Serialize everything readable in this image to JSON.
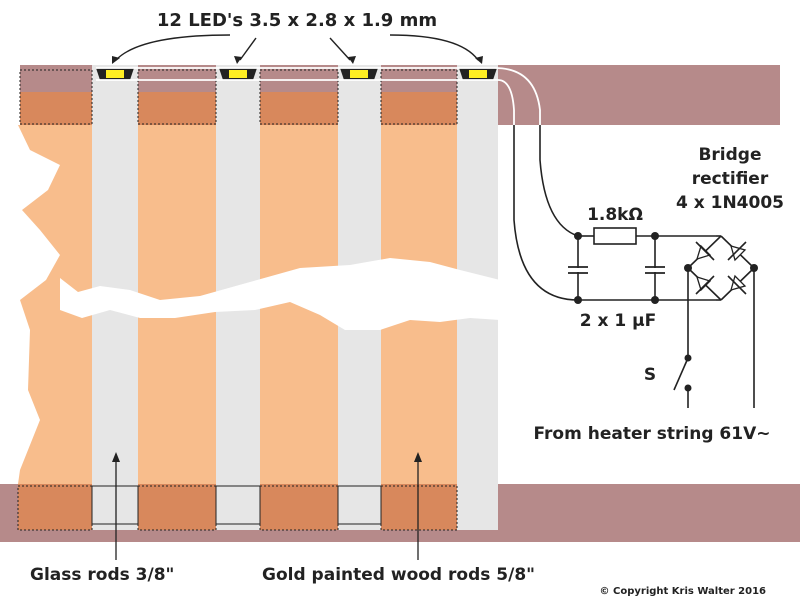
{
  "colors": {
    "rail": "#b68a8a",
    "wood_light": "#f8bd8c",
    "wood_dark": "#d8885c",
    "glass": "#e6e6e6",
    "led": "#ffee22",
    "wire": "#222222"
  },
  "labels": {
    "led_spec": "12 LED's 3.5 x 2.8 x 1.9 mm",
    "bridge_line1": "Bridge",
    "bridge_line2": "rectifier",
    "bridge_line3": "4 x 1N4005",
    "resistor": "1.8kΩ",
    "capacitors": "2 x 1 μF",
    "switch": "S",
    "heater": "From heater string 61V~",
    "glass_rods": "Glass rods 3/8\"",
    "wood_rods": "Gold painted wood rods 5/8\"",
    "copyright": "© Copyright Kris Walter 2016"
  },
  "icons": {
    "led": "led-icon",
    "resistor": "resistor-symbol",
    "capacitor": "capacitor-symbol",
    "diode": "diode-symbol",
    "switch": "switch-symbol"
  }
}
